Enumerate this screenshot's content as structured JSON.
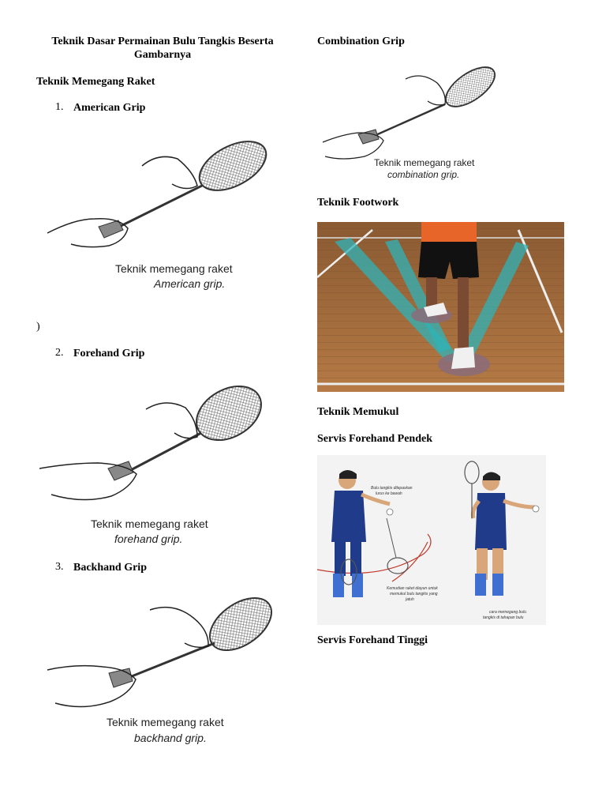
{
  "doc": {
    "title": "Teknik Dasar Permainan Bulu Tangkis Beserta Gambarnya",
    "section_holding": "Teknik Memegang Raket",
    "stray_char": ")",
    "grips": [
      {
        "number": "1.",
        "label": "American Grip",
        "caption_line1": "Teknik  memegang  raket",
        "caption_line2": "American grip."
      },
      {
        "number": "2.",
        "label": "Forehand Grip",
        "caption_line1": "Teknik  memegang  raket",
        "caption_line2": "forehand grip."
      },
      {
        "number": "3.",
        "label": "Backhand Grip",
        "caption_line1": "Teknik  memegang  raket",
        "caption_line2": "backhand grip."
      }
    ],
    "combination": {
      "label": "Combination Grip",
      "caption_line1": "Teknik  memegang  raket",
      "caption_line2": "combination grip."
    },
    "footwork": {
      "label": "Teknik Footwork"
    },
    "hitting": {
      "label": "Teknik Memukul"
    },
    "serve_short": {
      "label": "Servis Forehand Pendek",
      "note1": "Bulu tangkis dilepaskan",
      "note1b": "lurus ke bawah",
      "note2": "Kemudian raket diayun untuk",
      "note2b": "memukul bulu tangkis yang",
      "note2c": "jatuh",
      "note3": "cara memegang bulu",
      "note3b": "tangkis di tahapan bulu"
    },
    "serve_high": {
      "label": "Servis Forehand Tinggi"
    }
  }
}
